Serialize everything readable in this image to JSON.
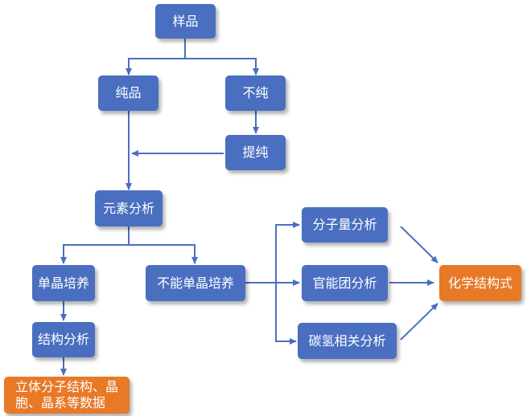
{
  "colors": {
    "node_primary": "#4a6fc0",
    "node_result": "#e77927",
    "edge": "#4a6fc0"
  },
  "nodes": {
    "sample": "样品",
    "pure": "纯品",
    "impure": "不纯",
    "purify": "提纯",
    "elemental_analysis": "元素分析",
    "single_crystal_growth": "单晶培养",
    "no_single_crystal_growth": "不能单晶培养",
    "structure_analysis": "结构分析",
    "structure_result": "立体分子结构、晶\n胞、晶系等数据",
    "molecular_weight_analysis": "分子量分析",
    "functional_group_analysis": "官能团分析",
    "ch_correlation_analysis": "碳氢相关分析",
    "chemical_structure": "化学结构式"
  }
}
